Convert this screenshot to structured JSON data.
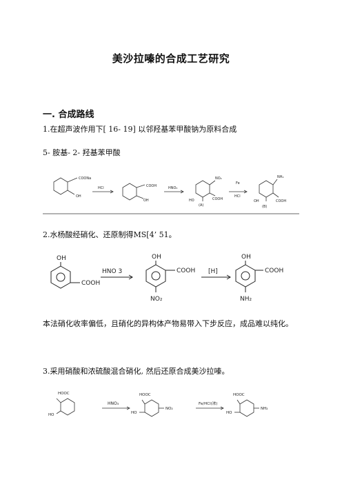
{
  "document": {
    "title": "美沙拉嗪的合成工艺研究",
    "section1_heading": "一. 合成路线",
    "route1_line1": "1.在超声波作用下[ 16- 19] 以邻羟基苯甲酸钠为原料合成",
    "route1_line2": "5- 胺基- 2- 羟基苯甲酸",
    "route2_text": "2.水杨酸经硝化、还原制得MS[4’ 51。",
    "route2_note": "本法硝化收率偏低，且硝化的异构体产物易带入下步反应，成品难以纯化。",
    "route3_text": "3.采用硝酸和浓硫酸混合硝化, 然后还原合成美沙拉嗪。"
  },
  "scheme1": {
    "start_sub1": "COONa",
    "start_sub2": "OH",
    "reagent1": "HCl",
    "int1_sub1": "COOH",
    "int1_sub2": "OH",
    "reagent2": "HNO₃",
    "a_no2": "NO₂",
    "a_ho": "HO",
    "a_cooh": "COOH",
    "a_label": "(A)",
    "reagent3_top": "Fe",
    "reagent3_bottom": "HCl",
    "b_nh2": "NH₂",
    "b_oh": "OH",
    "b_cooh": "COOH",
    "b_label": "(B)"
  },
  "scheme2": {
    "sa_oh": "OH",
    "sa_cooh": "COOH",
    "reagent1": "HNO 3",
    "n_oh": "OH",
    "n_cooh": "COOH",
    "n_no2": "NO₂",
    "reagent2": "[H]",
    "p_oh": "OH",
    "p_cooh": "COOH",
    "p_nh2": "NH₂"
  },
  "scheme3": {
    "sa_hooc": "HOOC",
    "sa_ho": "HO",
    "reagent1": "HNO₃",
    "n_hooc": "HOOC",
    "n_ho": "HO",
    "n_no2": "NO₂",
    "reagent2": "Fe/HCl(浓)",
    "p_hooc": "HOOC",
    "p_ho": "HO",
    "p_nh2": "NH₂"
  }
}
